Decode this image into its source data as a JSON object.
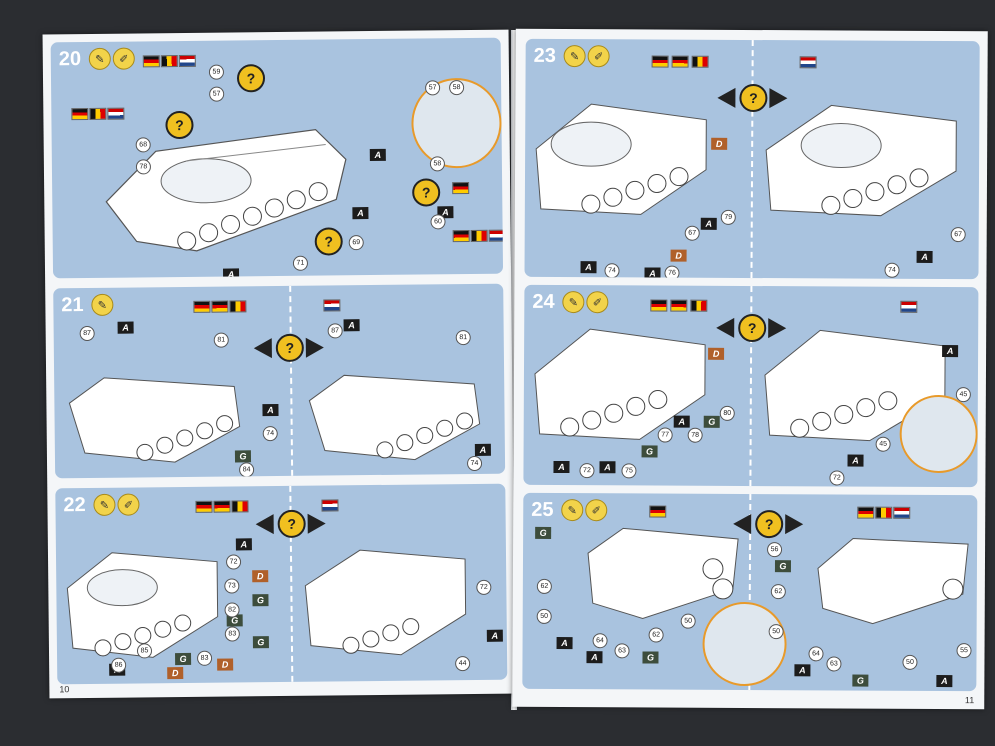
{
  "colors": {
    "panel": "#a9c3df",
    "page": "#f4f6f8",
    "callout_ring": "#e89a2a",
    "tag_A": "#1c1c1c",
    "tag_G": "#3d4d3c",
    "tag_D": "#b0602a"
  },
  "icons": {
    "question": "?",
    "flag_de": "flag-germany",
    "flag_be": "flag-belgium",
    "flag_nl": "flag-netherlands"
  },
  "pages": {
    "left_number": "10",
    "right_number": "11"
  },
  "steps": [
    {
      "number": "20",
      "parts": [
        "59",
        "57",
        "68",
        "78",
        "57",
        "58",
        "58",
        "60",
        "69",
        "71"
      ],
      "tags": [
        "A",
        "A",
        "A",
        "A"
      ]
    },
    {
      "number": "21",
      "parts": [
        "87",
        "81",
        "74",
        "84",
        "87",
        "81",
        "74"
      ],
      "tags": [
        "A",
        "A",
        "G",
        "A",
        "A"
      ]
    },
    {
      "number": "22",
      "parts": [
        "72",
        "73",
        "82",
        "83",
        "85",
        "86",
        "83",
        "44",
        "72"
      ],
      "tags": [
        "A",
        "D",
        "G",
        "G",
        "D",
        "G",
        "A",
        "G",
        "D",
        "A"
      ]
    },
    {
      "number": "23",
      "parts": [
        "67",
        "79",
        "74",
        "76",
        "67",
        "74"
      ],
      "tags": [
        "D",
        "A",
        "A",
        "D",
        "A",
        "A"
      ]
    },
    {
      "number": "24",
      "parts": [
        "80",
        "77",
        "78",
        "75",
        "72",
        "45",
        "45",
        "72"
      ],
      "tags": [
        "D",
        "A",
        "G",
        "G",
        "A",
        "A",
        "A",
        "A"
      ]
    },
    {
      "number": "25",
      "parts": [
        "62",
        "50",
        "64",
        "63",
        "62",
        "50",
        "56",
        "62",
        "64",
        "63",
        "50",
        "55",
        "50"
      ],
      "tags": [
        "G",
        "A",
        "A",
        "G",
        "G",
        "A",
        "G",
        "A"
      ]
    }
  ],
  "question": "?"
}
